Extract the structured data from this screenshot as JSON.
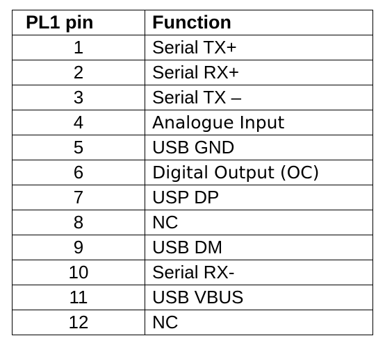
{
  "table": {
    "headers": {
      "pin": "PL1 pin",
      "function": "Function"
    },
    "rows": [
      {
        "pin": "1",
        "function": "Serial TX+"
      },
      {
        "pin": "2",
        "function": "Serial RX+"
      },
      {
        "pin": "3",
        "function": "Serial TX –"
      },
      {
        "pin": "4",
        "function": "Analogue Input"
      },
      {
        "pin": "5",
        "function": "USB GND"
      },
      {
        "pin": "6",
        "function": "Digital Output (OC)"
      },
      {
        "pin": "7",
        "function": "USP DP"
      },
      {
        "pin": "8",
        "function": "NC"
      },
      {
        "pin": "9",
        "function": "USB DM"
      },
      {
        "pin": "10",
        "function": "Serial RX-"
      },
      {
        "pin": "11",
        "function": "USB VBUS"
      },
      {
        "pin": "12",
        "function": "NC"
      }
    ]
  }
}
